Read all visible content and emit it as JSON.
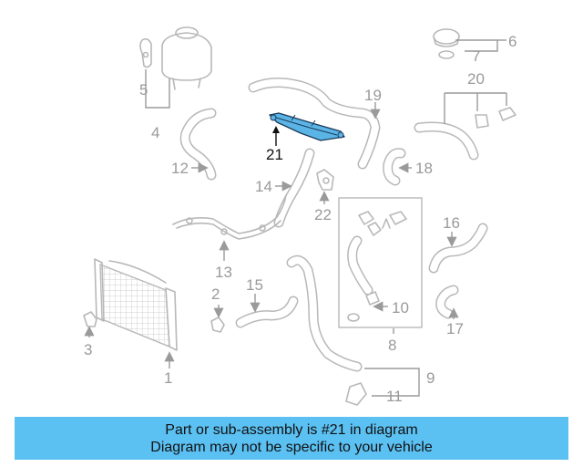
{
  "highlight_color": "#5ab4e6",
  "banner": {
    "line1": "Part or sub-assembly is #21 in diagram",
    "line2": "Diagram may not be specific to your vehicle",
    "background": "#5bc0f2"
  },
  "callouts": {
    "c1": "1",
    "c2": "2",
    "c3": "3",
    "c4": "4",
    "c5": "5",
    "c6": "6",
    "c7": "7",
    "c8": "8",
    "c9": "9",
    "c10": "10",
    "c11": "11",
    "c12": "12",
    "c13": "13",
    "c14": "14",
    "c15": "15",
    "c16": "16",
    "c17": "17",
    "c18": "18",
    "c19": "19",
    "c20": "20",
    "c21": "21",
    "c22": "22"
  }
}
